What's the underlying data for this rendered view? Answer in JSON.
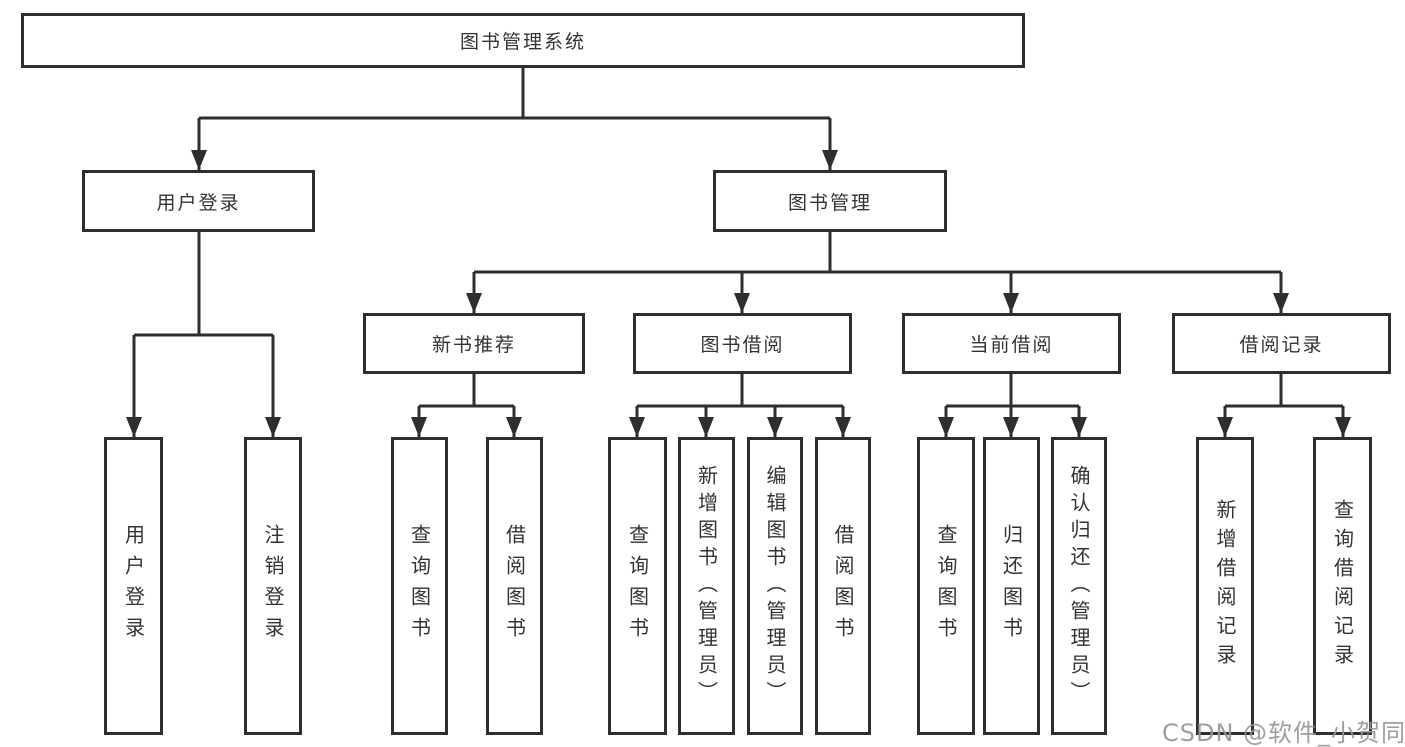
{
  "diagram": {
    "root": {
      "label": "图书管理系统"
    },
    "branches": [
      {
        "label": "用户登录",
        "children": [
          {
            "label": "用户登录"
          },
          {
            "label": "注销登录"
          }
        ]
      },
      {
        "label": "图书管理",
        "children": [
          {
            "label": "新书推荐",
            "children": [
              {
                "label": "查询图书"
              },
              {
                "label": "借阅图书"
              }
            ]
          },
          {
            "label": "图书借阅",
            "children": [
              {
                "label": "查询图书"
              },
              {
                "label": "新增图书（管理员）"
              },
              {
                "label": "编辑图书（管理员）"
              },
              {
                "label": "借阅图书"
              }
            ]
          },
          {
            "label": "当前借阅",
            "children": [
              {
                "label": "查询图书"
              },
              {
                "label": "归还图书"
              },
              {
                "label": "确认归还（管理员）"
              }
            ]
          },
          {
            "label": "借阅记录",
            "children": [
              {
                "label": "新增借阅记录"
              },
              {
                "label": "查询借阅记录"
              }
            ]
          }
        ]
      }
    ]
  },
  "watermark": {
    "text": "CSDN @软件_小贺同学"
  },
  "colors": {
    "line": "#2e2e2e",
    "text": "#333333",
    "watermark": "#969696",
    "background": "#ffffff"
  }
}
